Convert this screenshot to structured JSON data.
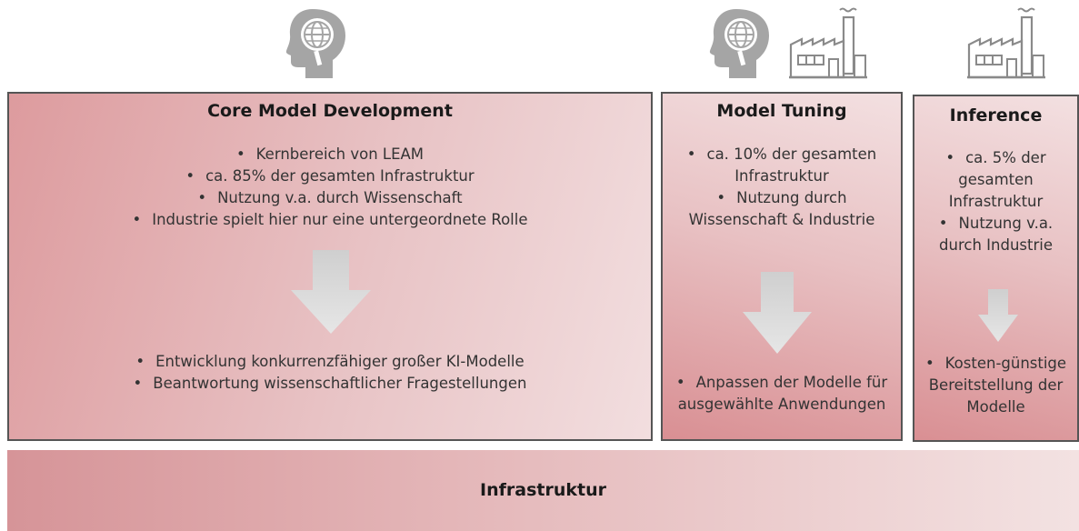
{
  "icons": [
    {
      "name": "head-globe-magnifier-icon"
    },
    {
      "name": "factory-icon"
    }
  ],
  "core": {
    "title": "Core Model Development",
    "bullets_top": [
      "Kernbereich von LEAM",
      "ca. 85% der gesamten Infrastruktur",
      "Nutzung v.a. durch Wissenschaft",
      "Industrie spielt hier nur eine untergeordnete Rolle"
    ],
    "bullets_bottom": [
      "Entwicklung konkurrenzfähiger großer KI-Modelle",
      "Beantwortung wissenschaftlicher Fragestellungen"
    ]
  },
  "tuning": {
    "title": "Model Tuning",
    "bullets_top": [
      "ca. 10% der gesamten Infrastruktur",
      "Nutzung durch Wissenschaft & Industrie"
    ],
    "bullets_bottom": [
      "Anpassen der Modelle für ausgewählte Anwendungen"
    ]
  },
  "inference": {
    "title": "Inference",
    "bullets_top": [
      "ca. 5% der gesamten Infrastruktur",
      "Nutzung v.a. durch Industrie"
    ],
    "bullets_bottom": [
      "Kosten-günstige Bereitstellung der Modelle"
    ]
  },
  "infra": {
    "label": "Infrastruktur"
  },
  "colors": {
    "icon": "#a5a5a5",
    "arrow": "#d8d8d8",
    "panel_dark": "#d98f93",
    "panel_light": "#f3e0e1",
    "border": "#555555"
  }
}
